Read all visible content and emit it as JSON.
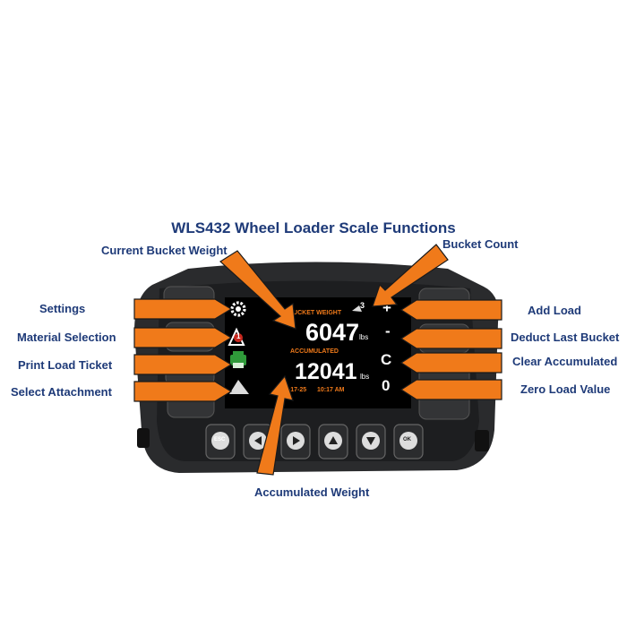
{
  "title": "WLS432 Wheel Loader Scale Functions",
  "labels": {
    "current_bucket_weight": "Current Bucket Weight",
    "bucket_count": "Bucket Count",
    "settings": "Settings",
    "material_selection": "Material Selection",
    "print_load_ticket": "Print Load Ticket",
    "select_attachment": "Select Attachment",
    "add_load": "Add Load",
    "deduct_last_bucket": "Deduct Last Bucket",
    "clear_accumulated": "Clear Accumulated",
    "zero_load_value": "Zero Load Value",
    "accumulated_weight": "Accumulated Weight"
  },
  "screen": {
    "bucket_weight_label": "BUCKET WEIGHT",
    "bucket_weight_value": "6047",
    "bucket_weight_unit": "lbs",
    "accumulated_label": "ACCUMULATED",
    "accumulated_value": "12041",
    "accumulated_unit": "lbs",
    "date": "5-17-25",
    "time": "10:17 AM",
    "bucket_count": "3",
    "material_badge": "1",
    "key_plus": "+",
    "key_minus": "-",
    "key_c": "C",
    "key_zero": "0"
  },
  "buttons": {
    "esc": "ESC",
    "ok": "OK"
  },
  "colors": {
    "arrow": "#f07a1a",
    "text": "#1e3a78",
    "screen_orange": "#f07a1a"
  },
  "icons": [
    "gear-icon",
    "material-icon",
    "printer-icon",
    "attachment-icon",
    "bucket-icon",
    "left-icon",
    "right-icon",
    "up-icon",
    "down-icon"
  ]
}
